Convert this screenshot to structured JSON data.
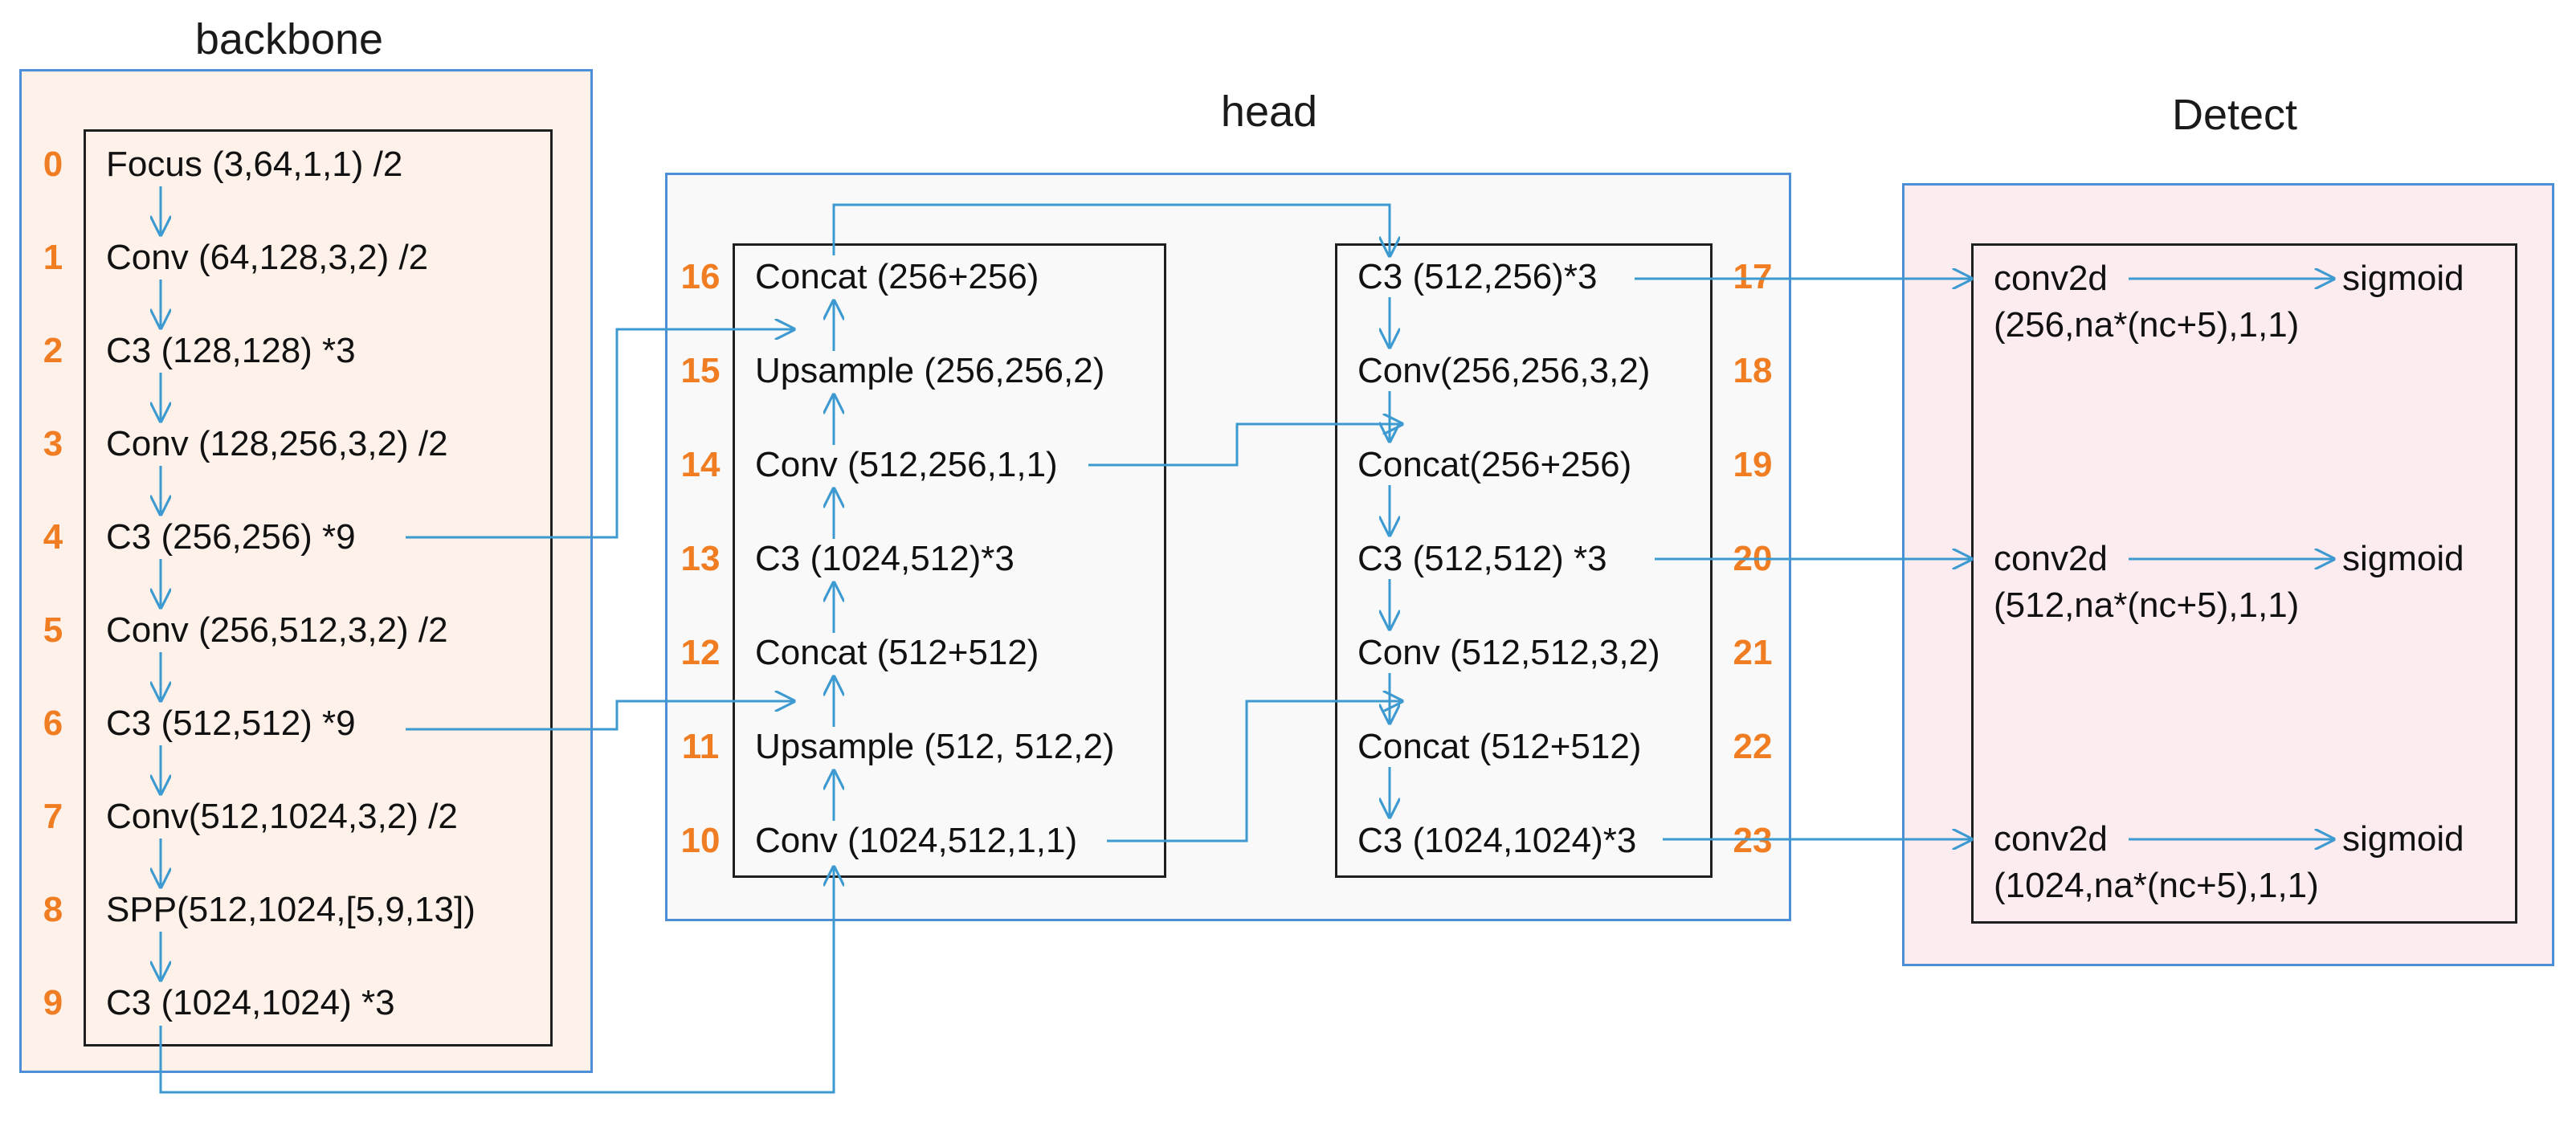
{
  "sections": {
    "backbone": "backbone",
    "head": "head",
    "detect": "Detect"
  },
  "backbone_layers": [
    {
      "idx": "0",
      "label": "Focus (3,64,1,1) /2"
    },
    {
      "idx": "1",
      "label": "Conv (64,128,3,2) /2"
    },
    {
      "idx": "2",
      "label": "C3 (128,128) *3"
    },
    {
      "idx": "3",
      "label": "Conv (128,256,3,2) /2"
    },
    {
      "idx": "4",
      "label": "C3 (256,256) *9"
    },
    {
      "idx": "5",
      "label": "Conv (256,512,3,2) /2"
    },
    {
      "idx": "6",
      "label": "C3 (512,512) *9"
    },
    {
      "idx": "7",
      "label": "Conv(512,1024,3,2) /2"
    },
    {
      "idx": "8",
      "label": "SPP(512,1024,[5,9,13])"
    },
    {
      "idx": "9",
      "label": "C3 (1024,1024) *3"
    }
  ],
  "head_left_layers": [
    {
      "idx": "16",
      "label": "Concat (256+256)"
    },
    {
      "idx": "15",
      "label": "Upsample (256,256,2)"
    },
    {
      "idx": "14",
      "label": "Conv (512,256,1,1)"
    },
    {
      "idx": "13",
      "label": "C3 (1024,512)*3"
    },
    {
      "idx": "12",
      "label": "Concat (512+512)"
    },
    {
      "idx": "11",
      "label": "Upsample (512, 512,2)"
    },
    {
      "idx": "10",
      "label": "Conv (1024,512,1,1)"
    }
  ],
  "head_right_layers": [
    {
      "idx": "17",
      "label": "C3 (512,256)*3"
    },
    {
      "idx": "18",
      "label": "Conv(256,256,3,2)"
    },
    {
      "idx": "19",
      "label": "Concat(256+256)"
    },
    {
      "idx": "20",
      "label": "C3  (512,512) *3"
    },
    {
      "idx": "21",
      "label": "Conv (512,512,3,2)"
    },
    {
      "idx": "22",
      "label": "Concat (512+512)"
    },
    {
      "idx": "23",
      "label": "C3 (1024,1024)*3"
    }
  ],
  "detect_rows": [
    {
      "conv": "conv2d",
      "args": "(256,na*(nc+5),1,1)",
      "act": "sigmoid"
    },
    {
      "conv": "conv2d",
      "args": "(512,na*(nc+5),1,1)",
      "act": "sigmoid"
    },
    {
      "conv": "conv2d",
      "args": "(1024,na*(nc+5),1,1)",
      "act": "sigmoid"
    }
  ],
  "colors": {
    "arrow": "#3d9ad1",
    "index": "#f07d22",
    "panel_border": "#4d8fd6",
    "backbone_bg": "#fdf1ea",
    "head_bg": "#f9f9f9",
    "detect_bg": "#fcecef"
  }
}
